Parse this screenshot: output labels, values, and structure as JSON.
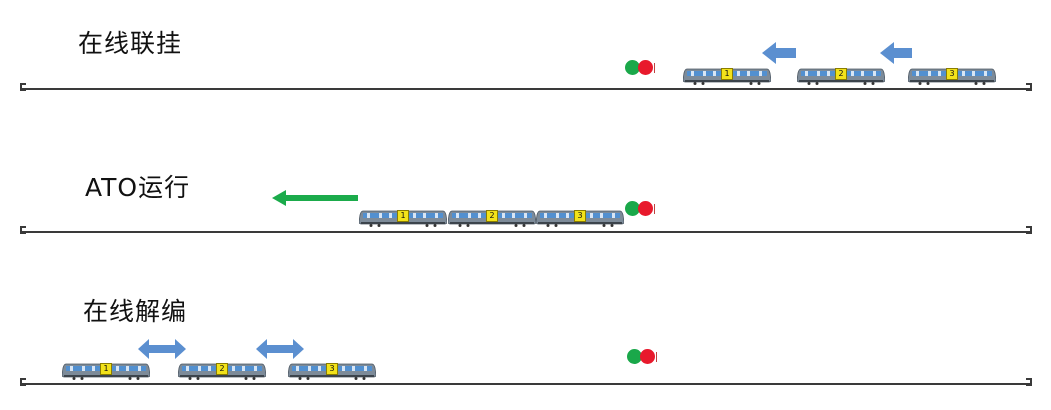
{
  "colors": {
    "track": "#3a3a3a",
    "signal_green": "#1aa84a",
    "signal_red": "#e8192c",
    "coupling_arrow": "#5b8fd0",
    "run_arrow": "#1bab4b",
    "train_body": "#7d8b99",
    "train_window": "#4a90d9",
    "car_number_bg": "#f2e21a"
  },
  "scenes": [
    {
      "title": "在线联挂",
      "trains": [
        "1",
        "2",
        "3"
      ],
      "arrows": [
        "arrow-left-icon",
        "arrow-left-icon"
      ]
    },
    {
      "title": "ATO运行",
      "trains": [
        "1",
        "2",
        "3"
      ],
      "arrows": [
        "arrow-left-icon"
      ]
    },
    {
      "title": "在线解编",
      "trains": [
        "1",
        "2",
        "3"
      ],
      "arrows": [
        "double-arrow-icon",
        "double-arrow-icon"
      ]
    }
  ]
}
